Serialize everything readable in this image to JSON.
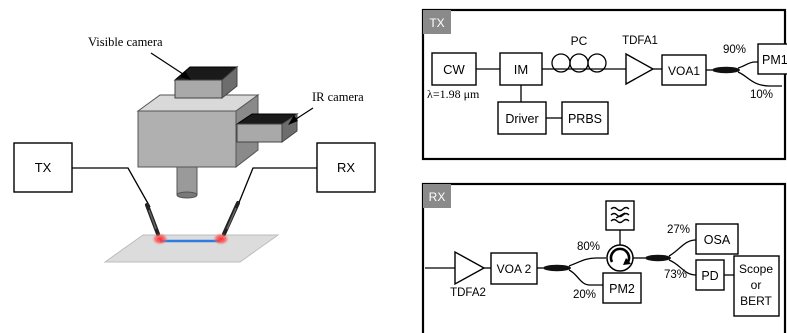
{
  "left": {
    "visible_camera": "Visible camera",
    "ir_camera": "IR camera",
    "tx": "TX",
    "rx": "RX"
  },
  "tx_panel": {
    "header": "TX",
    "cw": "CW",
    "wavelength": "λ=1.98 μm",
    "im": "IM",
    "pc": "PC",
    "tdfa1": "TDFA1",
    "voa1": "VOA1",
    "split_90": "90%",
    "split_10": "10%",
    "pm1": "PM1",
    "driver": "Driver",
    "prbs": "PRBS"
  },
  "rx_panel": {
    "header": "RX",
    "tdfa2": "TDFA2",
    "voa2": "VOA 2",
    "split_80": "80%",
    "split_20": "20%",
    "pm2": "PM2",
    "split_27": "27%",
    "split_73": "73%",
    "osa": "OSA",
    "pd": "PD",
    "scope_line1": "Scope",
    "scope_line2": "or",
    "scope_line3": "BERT"
  }
}
